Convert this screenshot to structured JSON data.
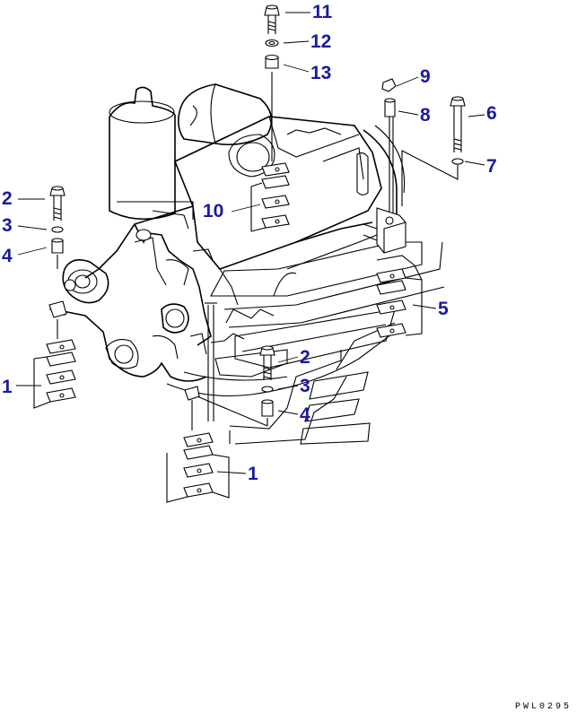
{
  "drawing_code": "PWL0295",
  "callouts": [
    {
      "id": "11",
      "text": "11"
    },
    {
      "id": "12",
      "text": "12"
    },
    {
      "id": "13",
      "text": "13"
    },
    {
      "id": "9",
      "text": "9"
    },
    {
      "id": "8",
      "text": "8"
    },
    {
      "id": "6",
      "text": "6"
    },
    {
      "id": "7",
      "text": "7"
    },
    {
      "id": "10",
      "text": "10"
    },
    {
      "id": "2-left",
      "text": "2"
    },
    {
      "id": "3-left",
      "text": "3"
    },
    {
      "id": "4-left",
      "text": "4"
    },
    {
      "id": "5",
      "text": "5"
    },
    {
      "id": "1-left",
      "text": "1"
    },
    {
      "id": "2-center",
      "text": "2"
    },
    {
      "id": "3-center",
      "text": "3"
    },
    {
      "id": "4-center",
      "text": "4"
    },
    {
      "id": "1-bottom",
      "text": "1"
    }
  ],
  "colors": {
    "callout": "#1a1aa0",
    "line": "#000000",
    "background": "#ffffff"
  }
}
